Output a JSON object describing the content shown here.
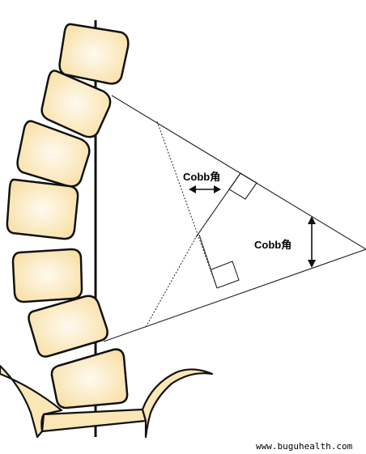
{
  "labels": {
    "cobb_upper": "Cobb角",
    "cobb_right": "Cobb角"
  },
  "watermark": "www.buguhealth.com",
  "colors": {
    "vertebra_fill": "#fbe6b6",
    "vertebra_center": "#fffaf0",
    "outline": "#111111",
    "background": "#ffffff"
  }
}
